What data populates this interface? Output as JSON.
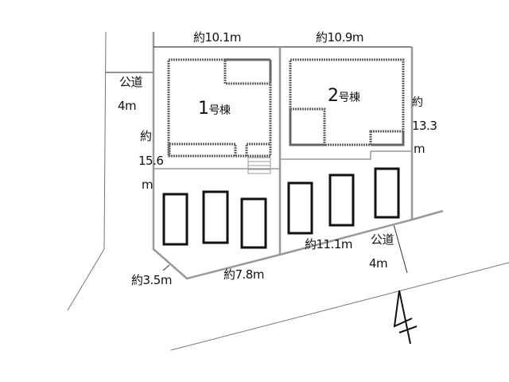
{
  "plan": {
    "lot1_width": "約10.1m",
    "lot2_width": "約10.9m",
    "lot1_depth": [
      "約",
      "15.6",
      "m"
    ],
    "lot2_depth": [
      "約",
      "13.3",
      "m"
    ],
    "frontage_right": "約11.1m",
    "frontage_left": "約7.8m",
    "corner_cut": "約3.5m",
    "road_west": {
      "name": "公道",
      "width": "4m"
    },
    "road_south": {
      "name": "公道",
      "width": "4m"
    },
    "building1": {
      "number": "1",
      "suffix": "号棟"
    },
    "building2": {
      "number": "2",
      "suffix": "号棟"
    },
    "parking_spaces": 6
  }
}
